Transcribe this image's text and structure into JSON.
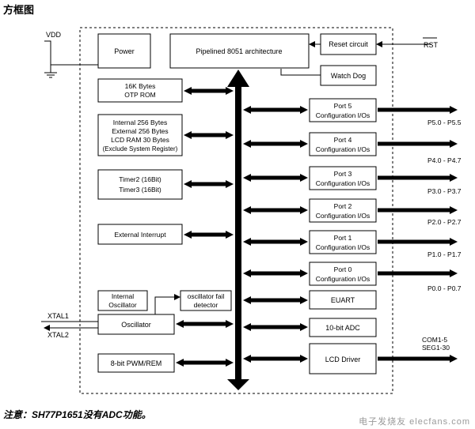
{
  "heading": "方框图",
  "footnote": "注意：SH77P1651没有ADC功能。",
  "watermark": "电子发烧友 elecfans.com",
  "diagram": {
    "vdd": "VDD",
    "rst": "RST",
    "xtal1": "XTAL1",
    "xtal2": "XTAL2",
    "blocks": {
      "power": "Power",
      "cpu": "Pipelined 8051 architecture",
      "reset": "Reset circuit",
      "watchdog": "Watch Dog",
      "otp": [
        "16K Bytes",
        "OTP ROM"
      ],
      "ram": [
        "Internal 256 Bytes",
        "External 256 Bytes",
        "LCD RAM 30 Bytes",
        "(Exclude System Register)"
      ],
      "timer": [
        "Timer2 (16Bit)",
        "Timer3 (16Bit)"
      ],
      "ext_int": "External Interrupt",
      "int_osc": [
        "Internal",
        "Oscillator"
      ],
      "osc_fail": [
        "oscillator fail",
        "detector"
      ],
      "osc": "Oscillator",
      "pwm": "8-bit PWM/REM",
      "euart": "EUART",
      "adc": "10-bit ADC",
      "lcd": "LCD Driver"
    },
    "ports": [
      {
        "name": "Port 5",
        "cfg": "Configuration I/Os",
        "pins": "P5.0 - P5.5"
      },
      {
        "name": "Port 4",
        "cfg": "Configuration I/Os",
        "pins": "P4.0 - P4.7"
      },
      {
        "name": "Port 3",
        "cfg": "Configuration I/Os",
        "pins": "P3.0 - P3.7"
      },
      {
        "name": "Port 2",
        "cfg": "Configuration I/Os",
        "pins": "P2.0 - P2.7"
      },
      {
        "name": "Port 1",
        "cfg": "Configuration I/Os",
        "pins": "P1.0 - P1.7"
      },
      {
        "name": "Port 0",
        "cfg": "Configuration I/Os",
        "pins": "P0.0 - P0.7"
      }
    ],
    "lcd_pins": [
      "COM1-5",
      "SEG1-30"
    ]
  }
}
